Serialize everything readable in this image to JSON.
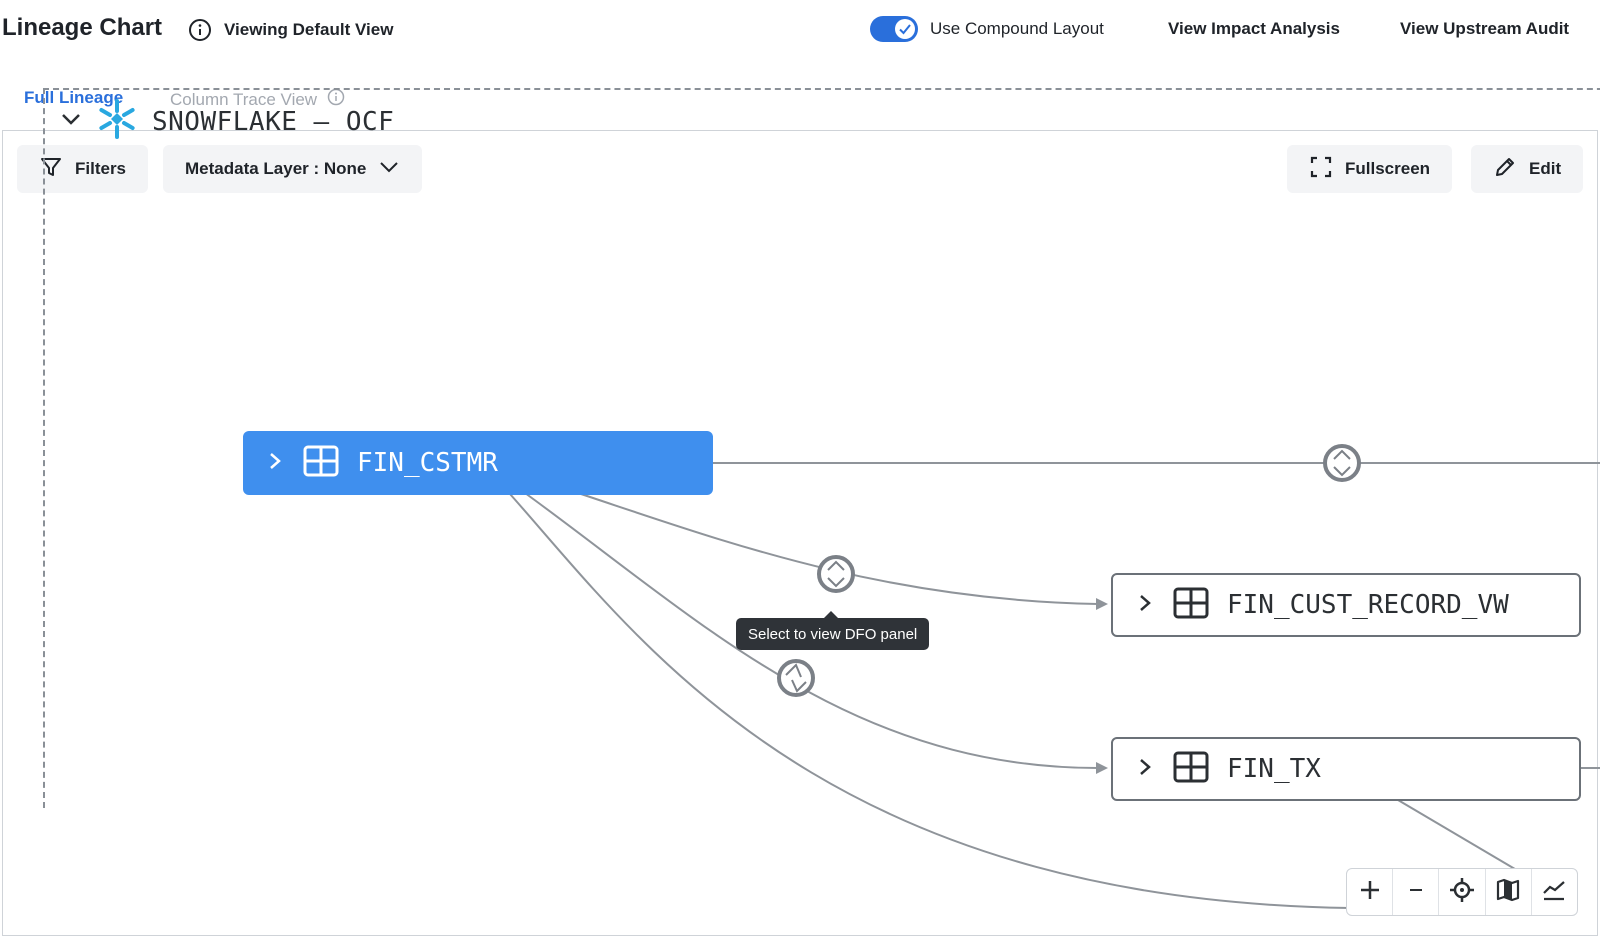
{
  "header": {
    "title": "Lineage Chart",
    "view_label": "Viewing Default View",
    "compound_toggle_label": "Use Compound Layout",
    "compound_toggle_on": true,
    "impact_link": "View Impact Analysis",
    "upstream_link": "View Upstream Audit"
  },
  "tabs": [
    {
      "label": "Full Lineage",
      "active": true
    },
    {
      "label": "Column Trace View",
      "active": false
    }
  ],
  "toolbar": {
    "filters_label": "Filters",
    "metadata_label": "Metadata Layer : None",
    "fullscreen_label": "Fullscreen",
    "edit_label": "Edit"
  },
  "graph": {
    "group_title": "SNOWFLAKE – OCF",
    "group_icon": "snowflake-icon",
    "nodes": [
      {
        "label": "FIN_CSTMR",
        "selected": true
      },
      {
        "label": "FIN_CUST_RECORD_VW",
        "selected": false
      },
      {
        "label": "FIN_TX",
        "selected": false
      }
    ],
    "tooltip": "Select to view DFO panel"
  },
  "zoom_controls": [
    "zoom-in-icon",
    "zoom-out-icon",
    "center-icon",
    "minimap-icon",
    "chart-icon"
  ],
  "colors": {
    "accent": "#2a6fdb",
    "selected_node": "#3f8fee",
    "snowflake": "#29a8e0",
    "edge": "#8f949a"
  }
}
